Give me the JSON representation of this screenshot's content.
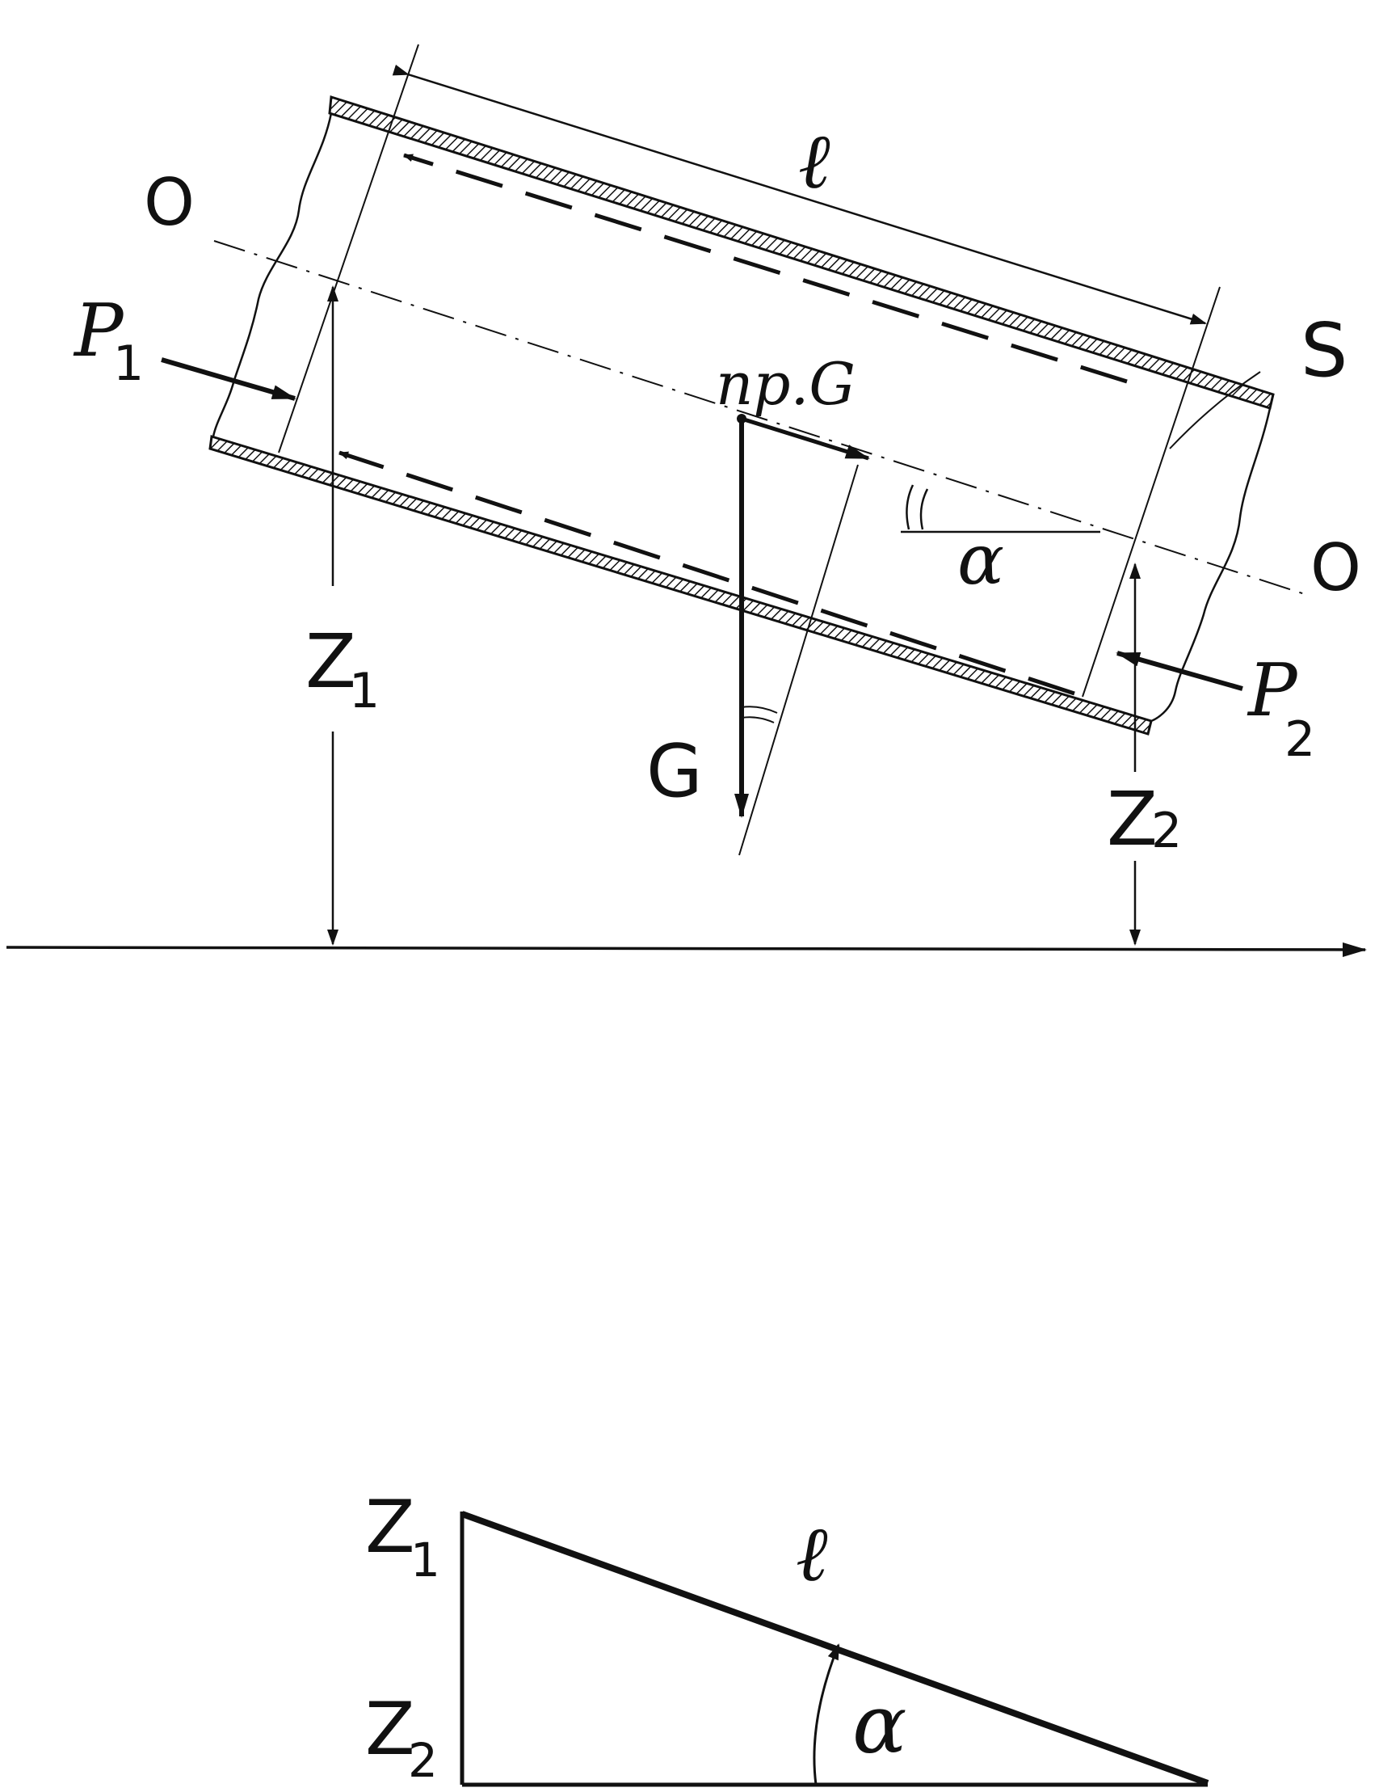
{
  "colors": {
    "ink": "#111111",
    "paper": "#ffffff"
  },
  "labels": {
    "length_top": "ℓ",
    "axis_left": "O",
    "axis_right": "O",
    "p1_letter": "P",
    "p1_sub": "1",
    "p2_letter": "P",
    "p2_sub": "2",
    "proj_g": "np.G",
    "weight_g": "G",
    "surface_s": "S",
    "alpha_top": "α",
    "z1_letter": "Z",
    "z1_sub": "1",
    "z2_letter": "Z",
    "z2_sub": "2",
    "tri_length": "ℓ",
    "tri_alpha": "α",
    "tri_z1_letter": "Z",
    "tri_z1_sub": "1",
    "tri_z2_letter": "Z",
    "tri_z2_sub": "2"
  }
}
